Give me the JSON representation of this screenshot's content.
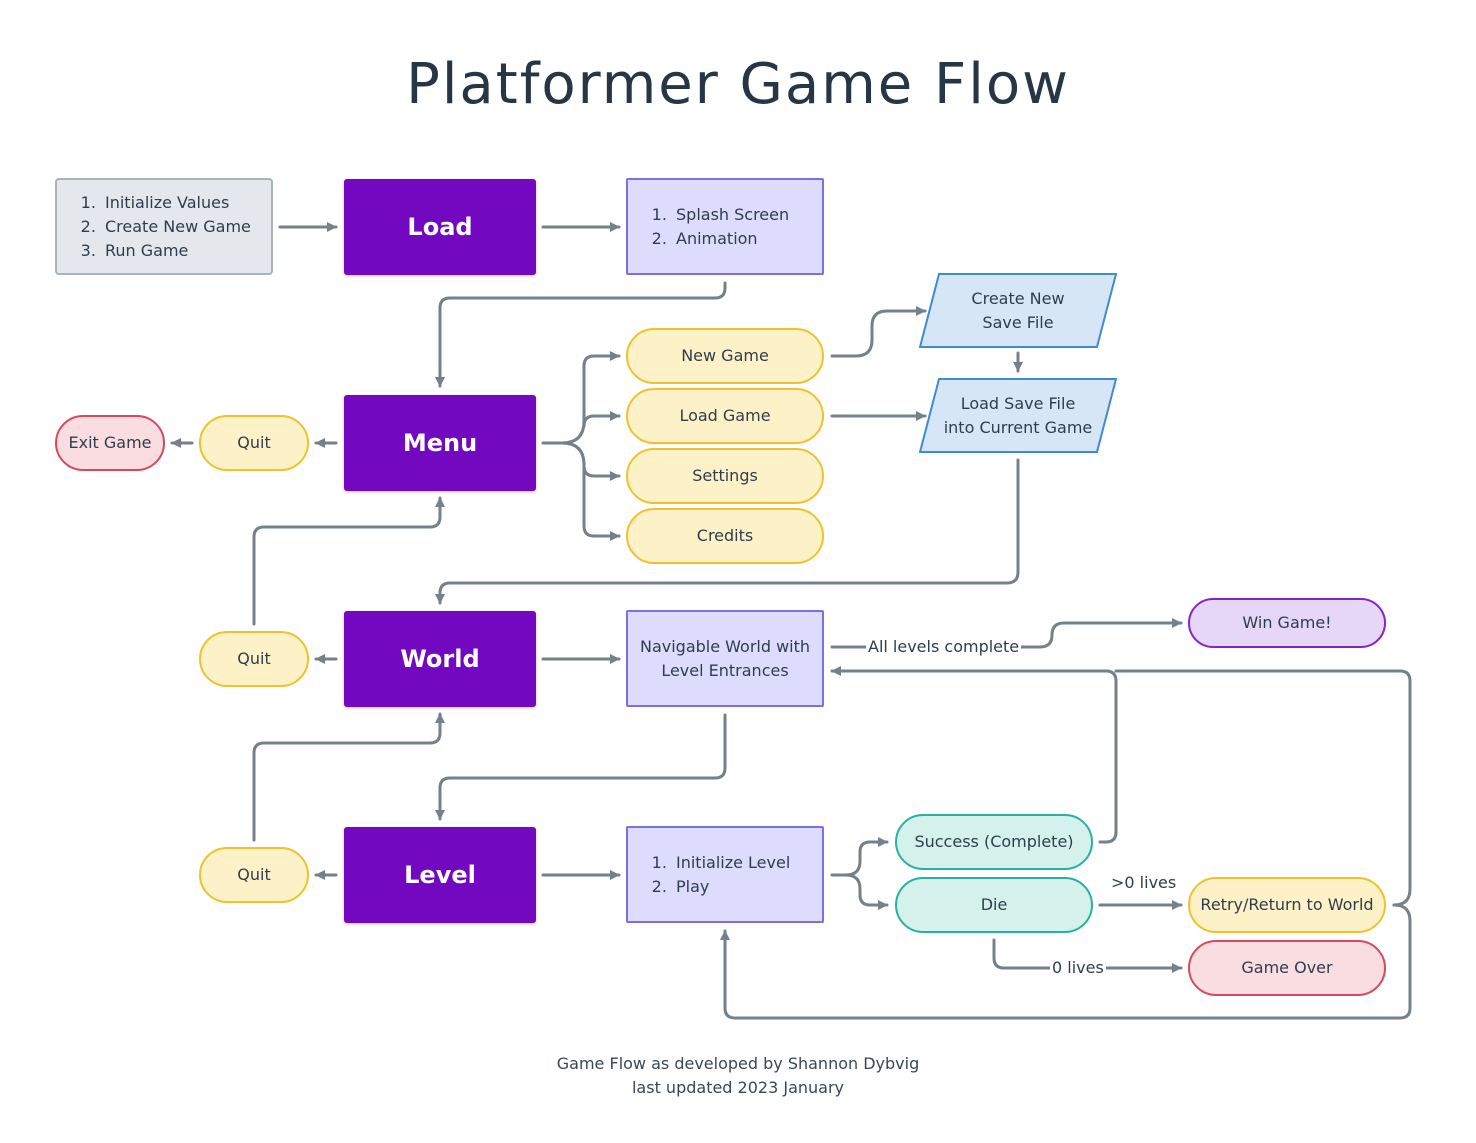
{
  "title": "Platformer Game Flow",
  "colors": {
    "main_node": "#7209c0",
    "wire": "#75808b",
    "gray_box": "#e4e8ec",
    "lavender_box": "#dedcfc",
    "yellow_pill": "#fdf1c8",
    "red_pill": "#f9dde1",
    "teal_pill": "#d4f1ec",
    "purple_pill": "#e6d6f7",
    "blue_parallelogram": "#d6e6f7"
  },
  "init_steps": [
    "Initialize Values",
    "Create New Game",
    "Run Game"
  ],
  "load": "Load",
  "splash_steps": [
    "Splash Screen",
    "Animation"
  ],
  "menu": "Menu",
  "menu_options": [
    "New Game",
    "Load Game",
    "Settings",
    "Credits"
  ],
  "create_save": "Create New Save File",
  "load_save": "Load Save File into Current Game",
  "quit": "Quit",
  "exit_game": "Exit Game",
  "world": "World",
  "world_desc": "Navigable World with Level Entrances",
  "all_levels_complete": "All levels complete",
  "win_game": "Win Game!",
  "level": "Level",
  "level_steps": [
    "Initialize Level",
    "Play"
  ],
  "success": "Success (Complete)",
  "die": "Die",
  "more_lives": ">0 lives",
  "zero_lives": "0 lives",
  "retry": "Retry/Return to World",
  "game_over": "Game Over",
  "footer": {
    "line1": "Game Flow as developed by Shannon Dybvig",
    "line2": "last updated 2023 January"
  }
}
